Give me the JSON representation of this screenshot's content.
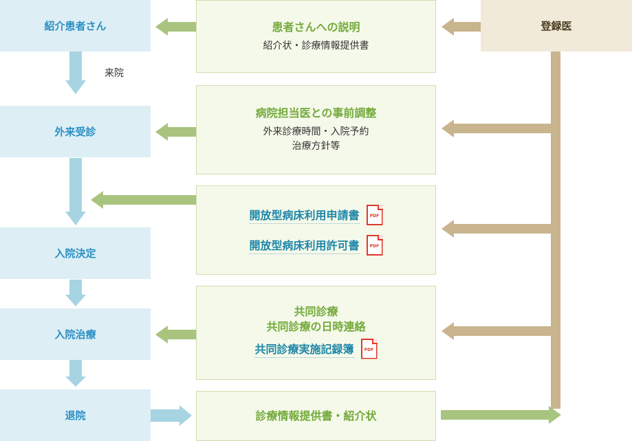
{
  "left": {
    "intro": "紹介患者さん",
    "arrival": "来院",
    "outpatient": "外来受診",
    "admission_decision": "入院決定",
    "inpatient": "入院治療",
    "discharge": "退院"
  },
  "right": {
    "registered_doctor": "登録医"
  },
  "middle": {
    "explain": {
      "title": "患者さんへの説明",
      "body": "紹介状・診療情報提供書"
    },
    "pre": {
      "title": "病院担当医との事前調整",
      "line1": "外来診療時間・入院予約",
      "line2": "治療方針等"
    },
    "forms": {
      "link1": "開放型病床利用申請書",
      "link2": "開放型病床利用許可書",
      "pdf_label": "PDF"
    },
    "joint": {
      "title1": "共同診療",
      "title2": "共同診療の日時連絡",
      "link": "共同診療実施記録簿"
    },
    "final": {
      "title": "診療情報提供書・紹介状"
    }
  },
  "colors": {
    "left_bg": "#ddeef5",
    "left_text": "#2a8fc4",
    "green": "#a9c47f",
    "tan": "#c8b48d",
    "blue_arrow": "#a6d4e3"
  }
}
